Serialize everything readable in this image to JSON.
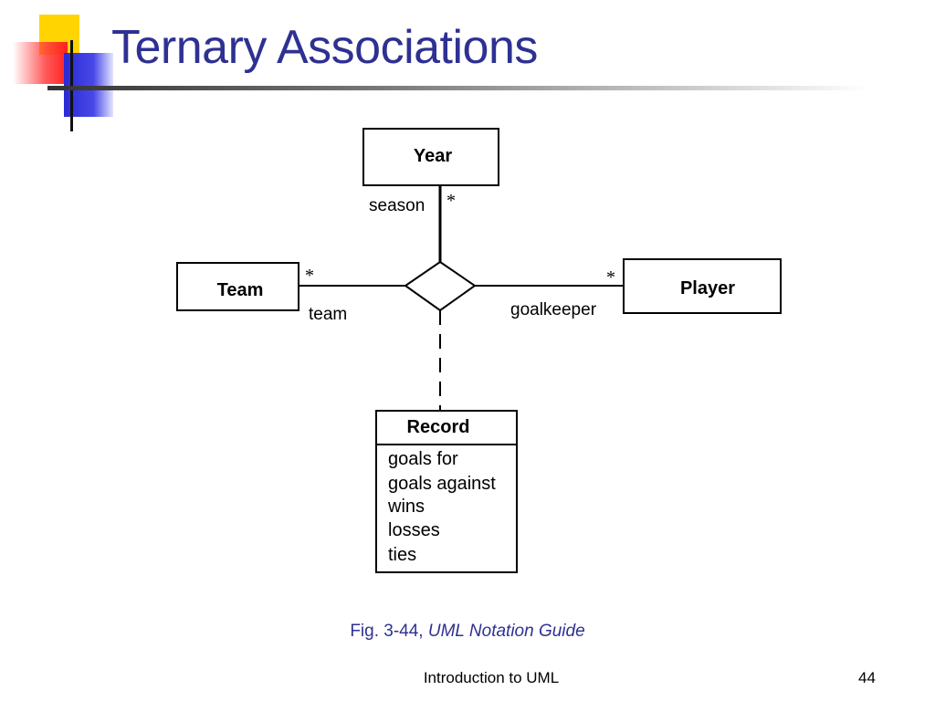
{
  "slide": {
    "title": "Ternary Associations"
  },
  "diagram": {
    "classes": {
      "year": "Year",
      "team": "Team",
      "player": "Player",
      "record": "Record"
    },
    "roles": {
      "season": "season",
      "team": "team",
      "goalkeeper": "goalkeeper"
    },
    "multiplicities": {
      "year": "*",
      "team": "*",
      "player": "*"
    },
    "record_attributes": [
      "goals for",
      "goals against",
      "wins",
      "losses",
      "ties"
    ]
  },
  "caption": {
    "prefix": "Fig. 3-44, ",
    "source": "UML Notation Guide"
  },
  "footer": {
    "center": "Introduction to UML",
    "page_number": "44"
  },
  "colors": {
    "title": "#2e3192",
    "caption": "#2e3192"
  }
}
